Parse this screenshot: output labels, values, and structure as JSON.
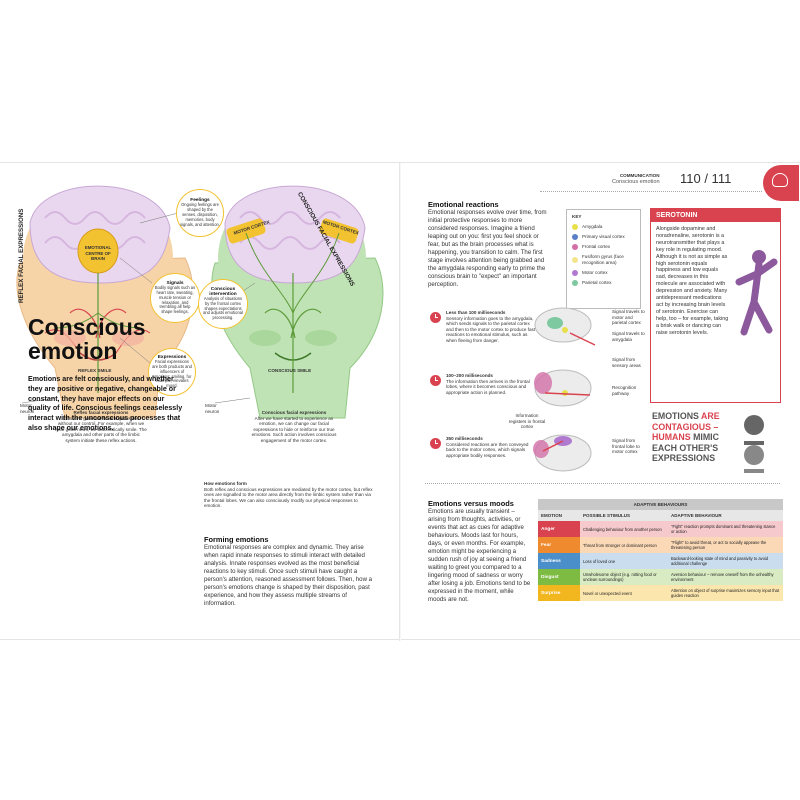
{
  "header": {
    "section": "COMMUNICATION",
    "subsection": "Conscious emotion",
    "page_numbers": "110 / 111"
  },
  "left_diagram": {
    "reflex_label": "REFLEX FACIAL EXPRESSIONS",
    "conscious_label": "CONSCIOUS FACIAL EXPRESSIONS",
    "centre_label": "EMOTIONAL CENTRE OF BRAIN",
    "motor_cortex_left": "MOTOR CORTEX",
    "motor_cortex_right": "MOTOR CORTEX",
    "reflex_smile": "REFLEX SMILE",
    "conscious_smile": "CONSCIOUS SMILE",
    "motor_neuron_1": "Motor neuron",
    "motor_neuron_2": "Motor neuron",
    "feelings_title": "Feelings",
    "feelings_text": "Ongoing feelings are shaped by the senses, disposition, memories, body signals, and attention.",
    "signals_title": "Signals",
    "signals_text": "Bodily signals such as heart rate, sweating, muscle tension or relaxation, and trembling all help shape feelings.",
    "expressions_title": "Expressions",
    "expressions_text": "Facial expressions are both products and influencers of emotions: smiling, for example, elevates mood.",
    "intervention_title": "Conscious intervention",
    "intervention_text": "Analysis of situations by the frontal cortex shapes expectations and adjusts emotional processing.",
    "reflex_caption_title": "Reflex facial expressions",
    "reflex_caption_text": "Emotions generate facial expressions without our control. For example, when we hear good news, we automatically smile. The amygdala and other parts of the limbic system initiate these reflex actions.",
    "conscious_caption_title": "Conscious facial expressions",
    "conscious_caption_text": "After we have started to experience an emotion, we can change our facial expressions to hide or reinforce our true emotions. Such action involves conscious engagement of the motor cortex."
  },
  "title": "Conscious emotion",
  "intro": "Emotions are felt consciously, and whether they are positive or negative, changeable or constant, they have major effects on our quality of life. Conscious feelings ceaselessly interact with the unconscious processes that also shape our emotions.",
  "how_form": {
    "title": "How emotions form",
    "text": "Both reflex and conscious expressions are mediated by the motor cortex, but reflex ones are signalled to the motor area directly from the limbic system rather than via the frontal lobes. We can also consciously modify our physical responses to emotion."
  },
  "forming": {
    "heading": "Forming emotions",
    "text": "Emotional responses are complex and dynamic. They arise when rapid innate responses to stimuli interact with detailed analysis. Innate responses evolved as the most beneficial reactions to key stimuli. Once such stimuli have caught a person's attention, reasoned assessment follows. Then, how a person's emotions change is shaped by their disposition, past experience, and how they assess multiple streams of information."
  },
  "reactions": {
    "heading": "Emotional reactions",
    "text": "Emotional responses evolve over time, from initial protective responses to more considered responses. Imagine a friend leaping out on you: first you feel shock or fear, but as the brain processes what is happening, you transition to calm. The first stage involves attention being grabbed and the amygdala responding early to prime the conscious brain to \"expect\" an important perception."
  },
  "key": {
    "title": "KEY",
    "items": [
      {
        "label": "Amygdala",
        "color": "#e8e04a"
      },
      {
        "label": "Primary visual cortex",
        "color": "#5a7fc7"
      },
      {
        "label": "Frontal cortex",
        "color": "#d36fa8"
      },
      {
        "label": "Fusiform gyrus (face recognition area)",
        "color": "#f2e58c"
      },
      {
        "label": "Motor cortex",
        "color": "#b07ad0"
      },
      {
        "label": "Parietal cortex",
        "color": "#7fc9a0"
      }
    ]
  },
  "timeline": [
    {
      "time": "Less than 100 milliseconds",
      "text": "Sensory information goes to the amygdala, which sends signals to the parietal cortex and then to the motor cortex to produce fast reactions to emotional stimulus, such as when fleeing from danger."
    },
    {
      "time": "100–200 milliseconds",
      "text": "The information then arrives in the frontal lobes, where it becomes conscious and appropriate action is planned."
    },
    {
      "time": "350 milliseconds",
      "text": "Considered reactions are then conveyed back to the motor cortex, which signals appropriate bodily responses."
    }
  ],
  "brain_labels": {
    "l1": "Signal travels to motor and parietal cortex",
    "l2": "Signal travels to amygdala",
    "l3": "Signal from sensory areas",
    "l4": "Recognition pathway",
    "l5": "Information registers in frontal cortex",
    "l6": "Signal from frontal lobe to motor cortex"
  },
  "serotonin": {
    "title": "SEROTONIN",
    "text": "Alongside dopamine and noradrenaline, serotonin is a neurotransmitter that plays a key role in regulating mood. Although it is not as simple as high serotonin equals happiness and low equals sad, decreases in this molecule are associated with depression and anxiety. Many antidepressant medications act by increasing brain levels of serotonin. Exercise can help, too – for example, taking a brisk walk or dancing can raise serotonin levels."
  },
  "contagious": {
    "w1": "EMOTIONS",
    "w2": "ARE",
    "w3": "CONTAGIOUS –",
    "w4": "HUMANS",
    "w5": "MIMIC",
    "w6": "EACH OTHER'S",
    "w7": "EXPRESSIONS"
  },
  "moods": {
    "heading": "Emotions versus moods",
    "text": "Emotions are usually transient – arising from thoughts, activities, or events that act as cues for adaptive behaviours. Moods last for hours, days, or even months. For example, emotion might be experiencing a sudden rush of joy at seeing a friend waiting to greet you compared to a lingering mood of sadness or worry after losing a job. Emotions tend to be expressed in the moment, while moods are not."
  },
  "table": {
    "top": "ADAPTIVE BEHAVIOURS",
    "headers": [
      "EMOTION",
      "POSSIBLE STIMULUS",
      "ADAPTIVE BEHAVIOUR"
    ],
    "rows": [
      {
        "emotion": "Anger",
        "stimulus": "Challenging behaviour from another person",
        "behaviour": "\"Fight\" reaction prompts dominant and threatening stance or action",
        "color": "#d9434f",
        "bg": "#f6c9cc"
      },
      {
        "emotion": "Fear",
        "stimulus": "Threat from stronger or dominant person",
        "behaviour": "\"Flight\" to avoid threat, or act to socially appease the threatening person",
        "color": "#f08a2e",
        "bg": "#fbd9b6"
      },
      {
        "emotion": "Sadness",
        "stimulus": "Loss of loved one",
        "behaviour": "Backward-looking state of mind and passivity to avoid additional challenge",
        "color": "#4a8fc9",
        "bg": "#c9ddef"
      },
      {
        "emotion": "Disgust",
        "stimulus": "Unwholesome object (e.g. rotting food or unclean surroundings)",
        "behaviour": "Aversion behaviour – remove oneself from the unhealthy environment",
        "color": "#7dbb42",
        "bg": "#d8ebc2"
      },
      {
        "emotion": "Surprise",
        "stimulus": "Novel or unexpected event",
        "behaviour": "Attention on object of surprise maximizes sensory input that guides reaction",
        "color": "#f2b61f",
        "bg": "#fbe6ad"
      }
    ]
  },
  "colors": {
    "accent": "#d9434f",
    "callout": "#f2c230",
    "face_warm": "#f6d4a8",
    "face_green": "#bfe3b4"
  }
}
